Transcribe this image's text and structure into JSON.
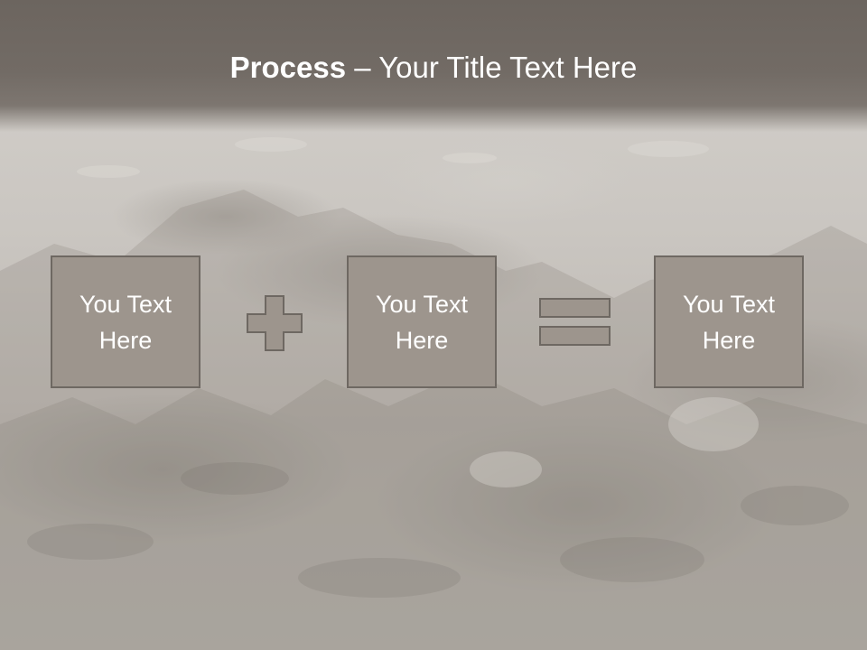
{
  "slide": {
    "title_bold": "Process",
    "title_rest": " – Your Title Text Here"
  },
  "process": {
    "steps": [
      {
        "label": "You Text Here"
      },
      {
        "label": "You Text Here"
      },
      {
        "label": "You Text Here"
      }
    ],
    "operators": [
      "plus-icon",
      "equals-icon"
    ]
  },
  "colors": {
    "header": "#726b65",
    "box_fill": "#9d958d",
    "box_border": "#6e6862",
    "text": "#ffffff"
  }
}
